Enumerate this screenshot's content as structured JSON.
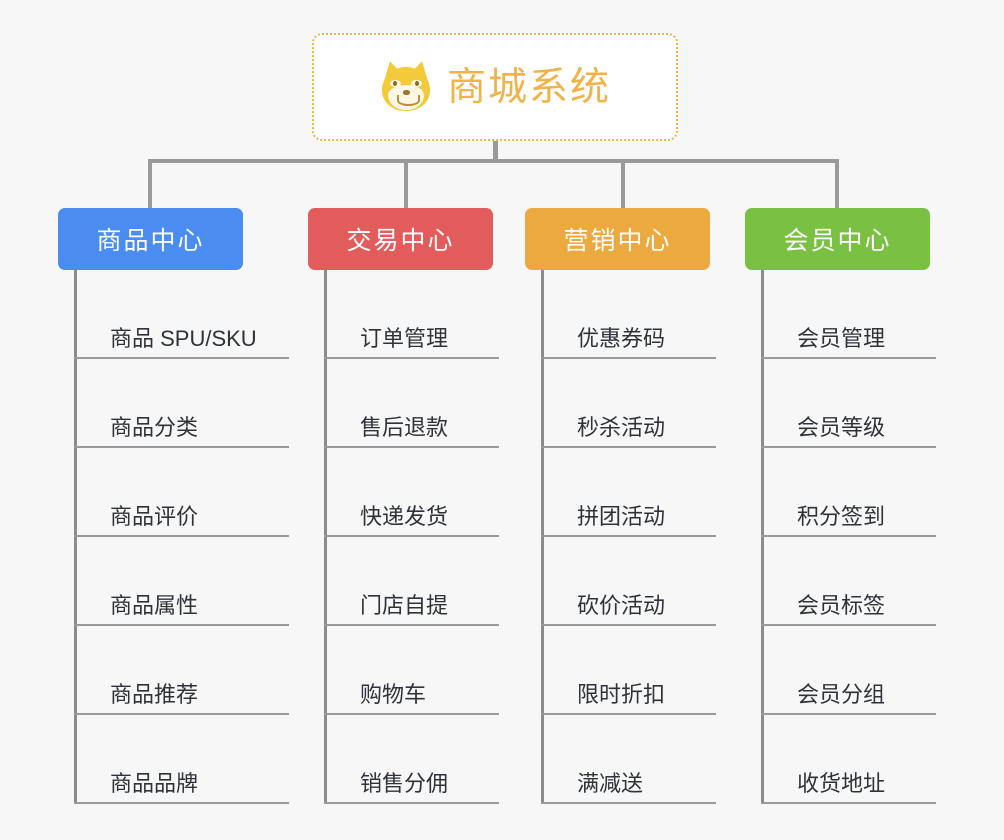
{
  "root": {
    "title": "商城系统",
    "icon": "shiba-inu-dog-face-icon",
    "border_color": "#f0b34a",
    "text_color": "#f0b34a",
    "background": "#ffffff"
  },
  "canvas": {
    "background": "#f7f7f7",
    "line_color": "#9a9a9a"
  },
  "branches": [
    {
      "label": "商品中心",
      "color": "#4a8cf0",
      "leaves": [
        "商品 SPU/SKU",
        "商品分类",
        "商品评价",
        "商品属性",
        "商品推荐",
        "商品品牌"
      ]
    },
    {
      "label": "交易中心",
      "color": "#e35c5c",
      "leaves": [
        "订单管理",
        "售后退款",
        "快递发货",
        "门店自提",
        "购物车",
        "销售分佣"
      ]
    },
    {
      "label": "营销中心",
      "color": "#eba93f",
      "leaves": [
        "优惠券码",
        "秒杀活动",
        "拼团活动",
        "砍价活动",
        "限时折扣",
        "满减送"
      ]
    },
    {
      "label": "会员中心",
      "color": "#7ac043",
      "leaves": [
        "会员管理",
        "会员等级",
        "积分签到",
        "会员标签",
        "会员分组",
        "收货地址"
      ]
    }
  ]
}
